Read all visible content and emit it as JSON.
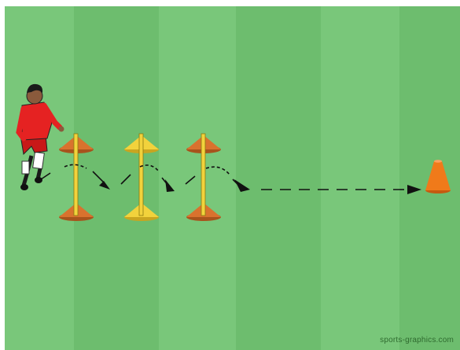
{
  "watermark": "sports-graphics.com",
  "colors": {
    "grass_light": "#78c679",
    "grass_dark": "#6cbc6d",
    "cone_orange": "#d9722e",
    "cone_yellow": "#f2d23c",
    "pole_yellow": "#f2d23c",
    "end_cone": "#f07a1a",
    "jersey": "#e02020",
    "arrow": "#111111"
  },
  "drill": {
    "hurdles": [
      {
        "color": "orange"
      },
      {
        "color": "yellow"
      },
      {
        "color": "orange"
      }
    ],
    "end_marker": "cone-icon",
    "player": "player-icon"
  }
}
